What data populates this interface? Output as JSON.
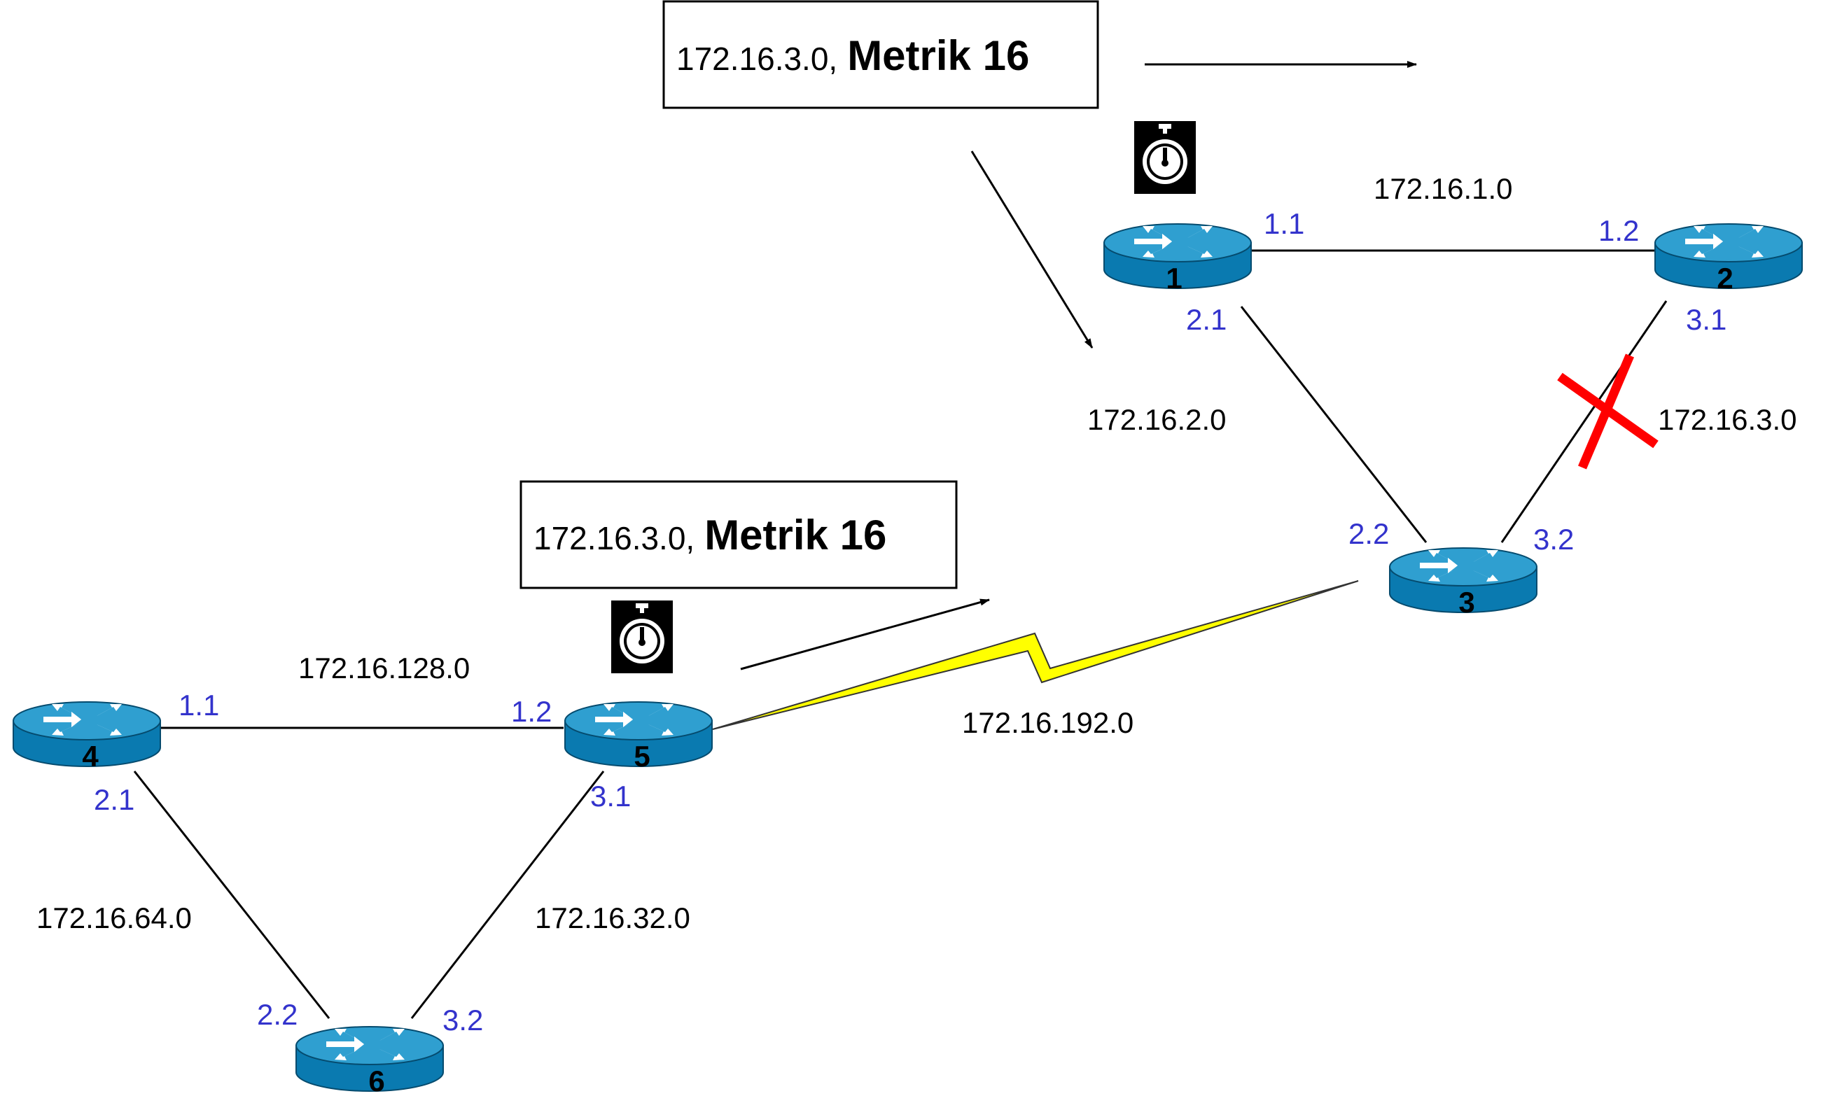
{
  "colors": {
    "router_top": "#2f9fd0",
    "router_side": "#0a7ab0",
    "link": "#000000",
    "serial_link": "#ffff00",
    "iface_label": "#3333cc",
    "failure_mark": "#ff0000"
  },
  "routers": [
    {
      "id": "1",
      "label": "1"
    },
    {
      "id": "2",
      "label": "2"
    },
    {
      "id": "3",
      "label": "3"
    },
    {
      "id": "4",
      "label": "4"
    },
    {
      "id": "5",
      "label": "5"
    },
    {
      "id": "6",
      "label": "6"
    }
  ],
  "networks": {
    "n1": "172.16.1.0",
    "n2": "172.16.2.0",
    "n3": "172.16.3.0",
    "n128": "172.16.128.0",
    "n192": "172.16.192.0",
    "n64": "172.16.64.0",
    "n32": "172.16.32.0"
  },
  "interfaces": {
    "r1_1": "1.1",
    "r1_2": "2.1",
    "r2_1": "1.2",
    "r2_2": "3.1",
    "r3_1": "2.2",
    "r3_2": "3.2",
    "r4_1": "1.1",
    "r4_2": "2.1",
    "r5_1": "1.2",
    "r5_2": "3.1",
    "r6_1": "2.2",
    "r6_2": "3.2"
  },
  "messages": [
    {
      "network": "172.16.3.0,",
      "metric": "Metrik 16"
    },
    {
      "network": "172.16.3.0,",
      "metric": "Metrik 16"
    }
  ],
  "icons": {
    "timer": "stopwatch-icon",
    "failure": "red-x-failure-icon",
    "router": "router-icon"
  }
}
